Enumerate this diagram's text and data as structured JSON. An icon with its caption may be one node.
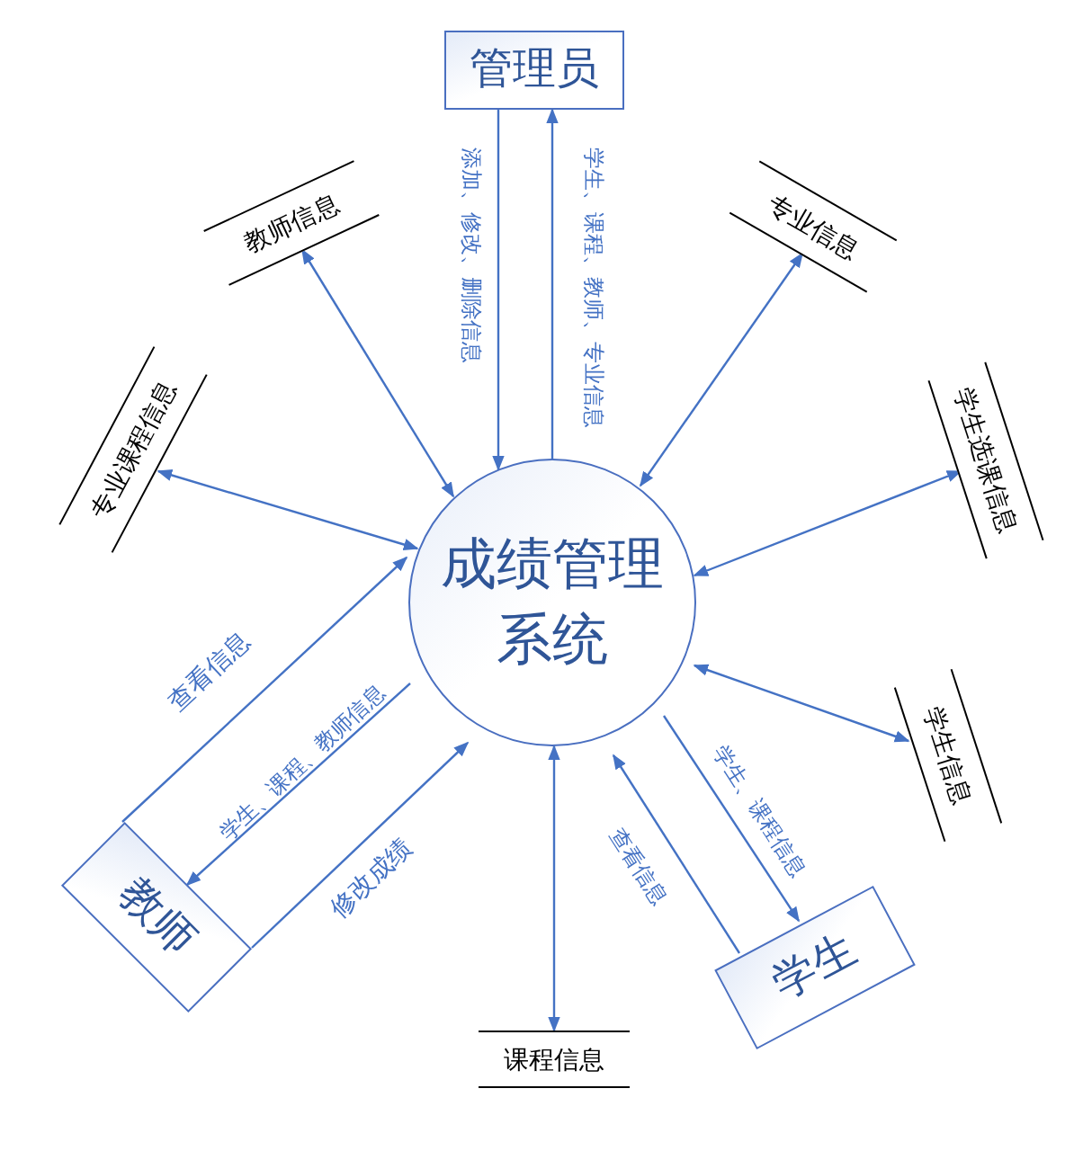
{
  "diagram": {
    "nodes": [
      {
        "text": [
          "管理员"
        ]
      },
      {
        "text": [
          "成绩管理系统"
        ]
      },
      {
        "text": [
          "教师信息"
        ]
      },
      {
        "text": [
          "专业信息"
        ]
      },
      {
        "text": [
          "专业课程信息"
        ]
      },
      {
        "text": [
          "学生选课信息"
        ]
      },
      {
        "text": [
          "学生信息"
        ]
      },
      {
        "text": [
          "教师"
        ]
      },
      {
        "text": [
          "学生"
        ]
      },
      {
        "text": [
          "课程信息"
        ]
      }
    ],
    "edges": [
      {
        "from": 0,
        "to": 1,
        "arrow": "to",
        "label": "添加、修改、删除信息"
      },
      {
        "from": 1,
        "to": 0,
        "arrow": "to",
        "label": "学生、课程、教师、专业信息"
      },
      {
        "from": 2,
        "to": 1,
        "arrow": "both"
      },
      {
        "from": 3,
        "to": 1,
        "arrow": "both"
      },
      {
        "from": 4,
        "to": 1,
        "arrow": "both"
      },
      {
        "from": 5,
        "to": 1,
        "arrow": "both"
      },
      {
        "from": 6,
        "to": 1,
        "arrow": "both"
      },
      {
        "from": 9,
        "to": 1,
        "arrow": "both"
      },
      {
        "from": 7,
        "to": 1,
        "arrow": "to",
        "label": "查看信息"
      },
      {
        "from": 1,
        "to": 7,
        "arrow": "to",
        "label": "学生、课程、教师信息"
      },
      {
        "from": 7,
        "to": 1,
        "arrow": "to",
        "label": "修改成绩"
      },
      {
        "from": 8,
        "to": 1,
        "arrow": "to",
        "label": "查看信息"
      },
      {
        "from": 1,
        "to": 8,
        "arrow": "to",
        "label": "学生、课程信息"
      }
    ]
  }
}
